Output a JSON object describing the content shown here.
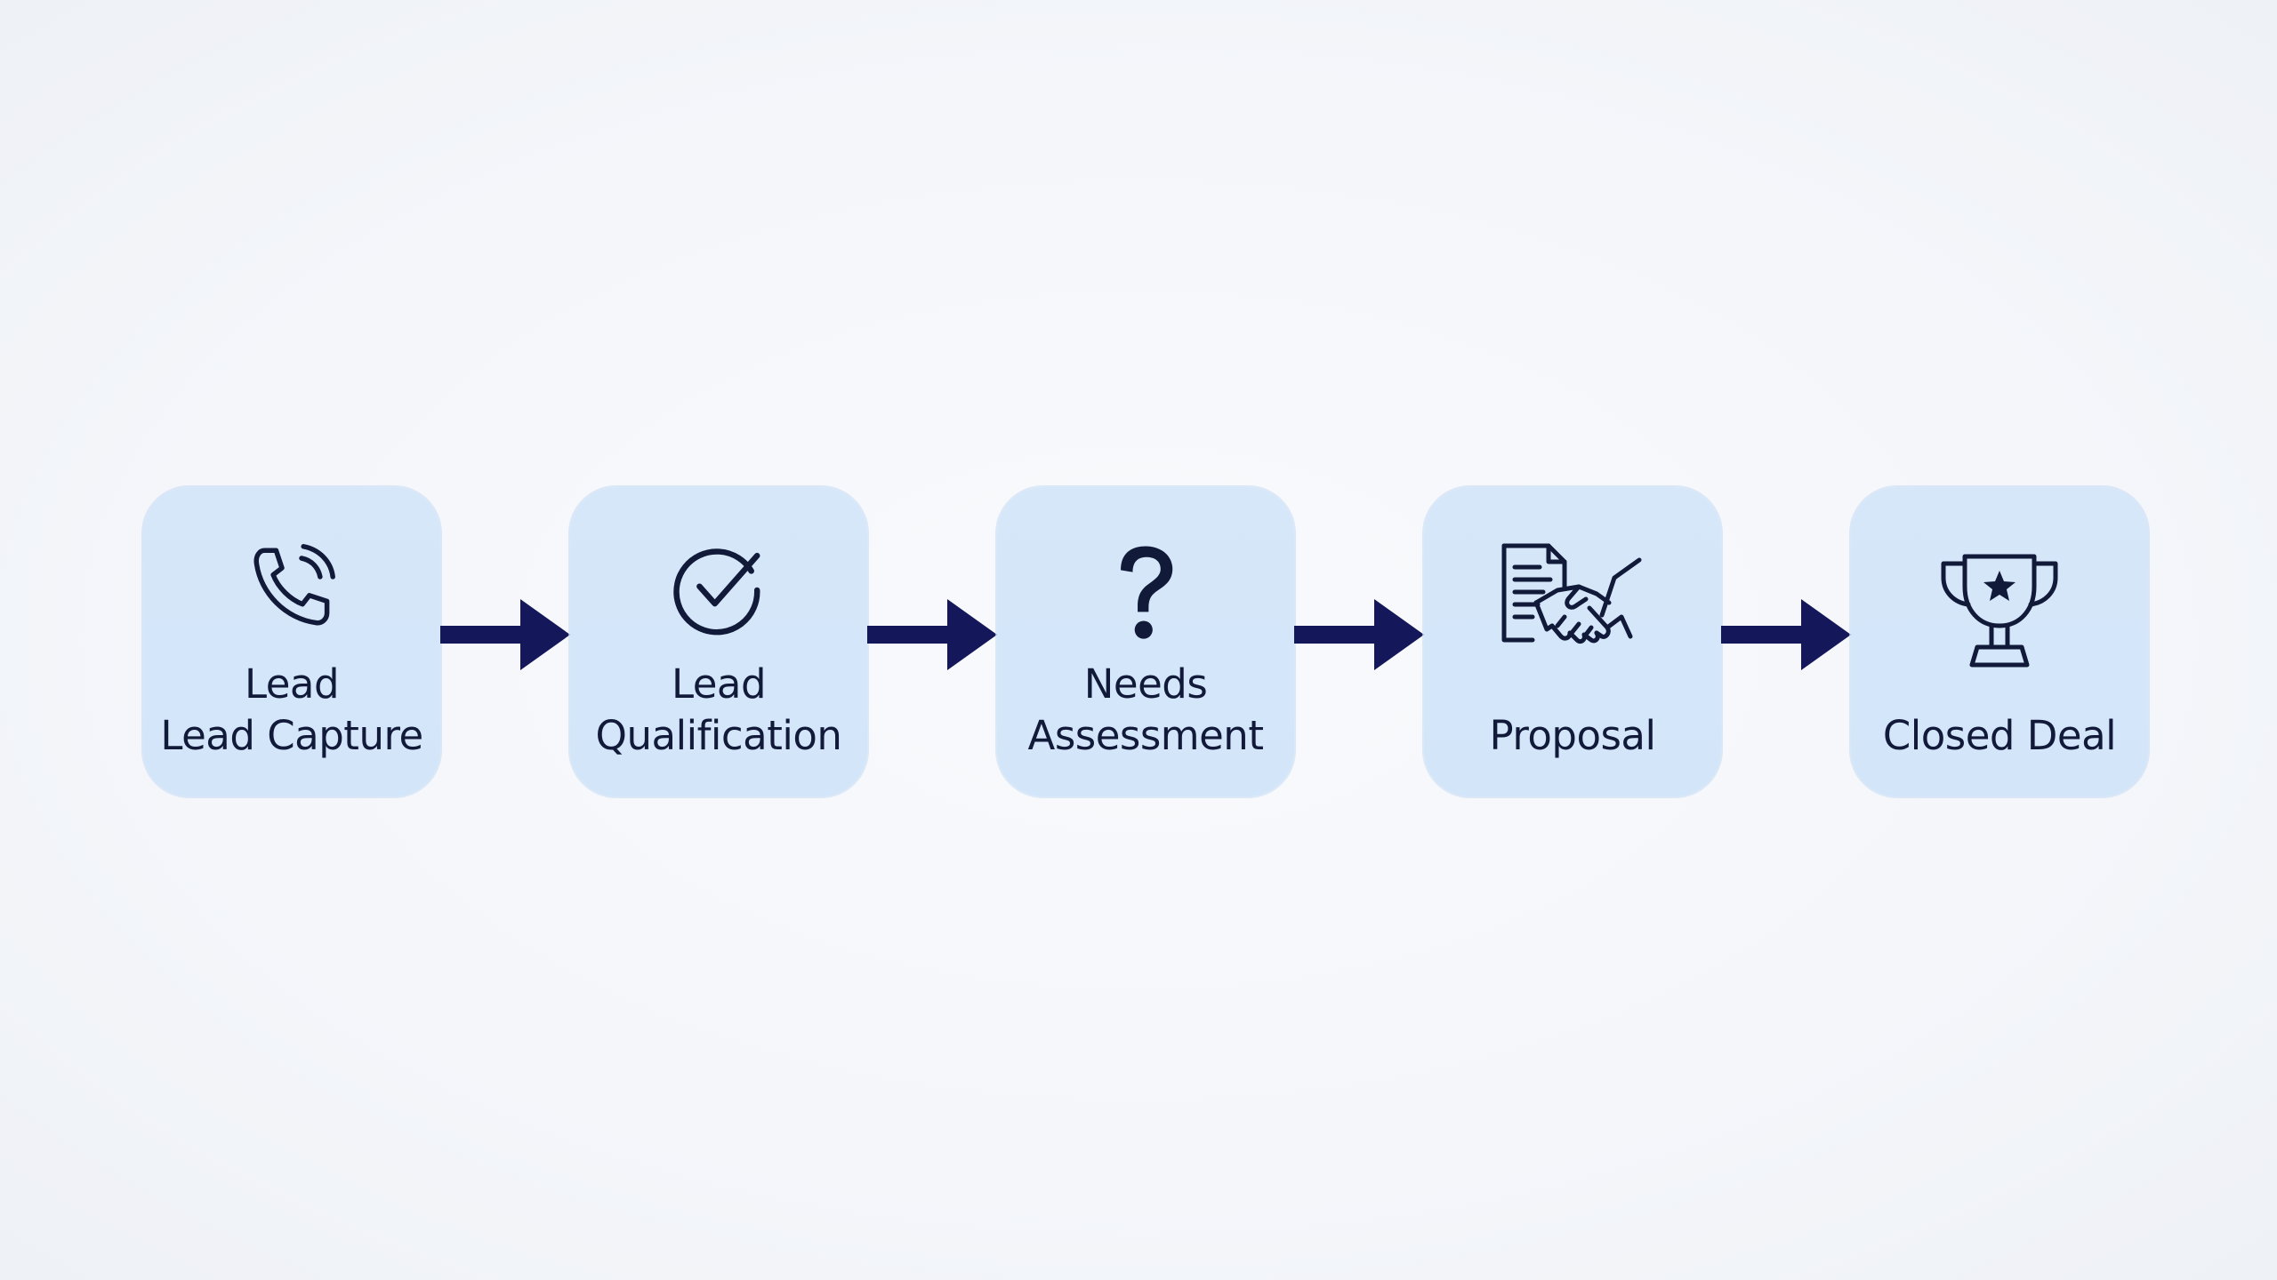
{
  "diagram": {
    "stages": [
      {
        "lines": [
          "Lead",
          "Lead Capture"
        ],
        "icon": "phone-ringing-icon"
      },
      {
        "lines": [
          "Lead",
          "Qualification"
        ],
        "icon": "check-circle-icon"
      },
      {
        "lines": [
          "Needs",
          "Assessment"
        ],
        "icon": "question-mark-icon"
      },
      {
        "lines": [
          "",
          "Proposal"
        ],
        "icon": "document-handshake-icon"
      },
      {
        "lines": [
          "",
          "Closed Deal"
        ],
        "icon": "trophy-icon"
      }
    ],
    "colors": {
      "box_fill": "#d4e6f9",
      "ink": "#121a3a",
      "arrow": "#14185a",
      "background": "#f4f6fa"
    }
  }
}
